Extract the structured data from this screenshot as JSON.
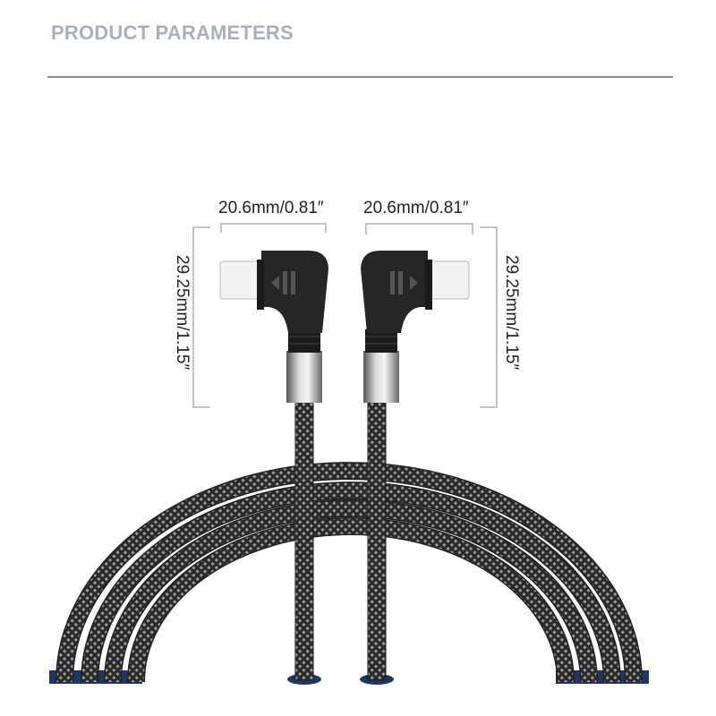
{
  "header": {
    "title": "PRODUCT PARAMETERS"
  },
  "dimensions": {
    "left_width": "20.6mm/0.81″",
    "right_width": "20.6mm/0.81″",
    "left_height": "29.25mm/1.15″",
    "right_height": "29.25mm/1.15″"
  },
  "colors": {
    "title": "#a9afbf",
    "rule": "#868c9c",
    "base_navy": "#1f3467",
    "dimension_line": "#aab3c4"
  }
}
